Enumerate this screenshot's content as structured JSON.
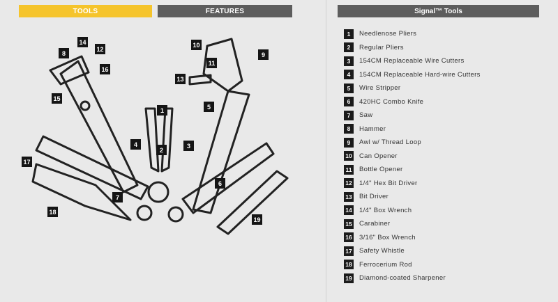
{
  "tabs": [
    {
      "label": "TOOLS",
      "active": true
    },
    {
      "label": "FEATURES",
      "active": false
    }
  ],
  "panel": {
    "title": "Signal™ Tools",
    "items": [
      {
        "num": "1",
        "label": "Needlenose Pliers"
      },
      {
        "num": "2",
        "label": "Regular Pliers"
      },
      {
        "num": "3",
        "label": "154CM Replaceable Wire Cutters"
      },
      {
        "num": "4",
        "label": "154CM Replaceable Hard-wire Cutters"
      },
      {
        "num": "5",
        "label": "Wire Stripper"
      },
      {
        "num": "6",
        "label": "420HC Combo Knife"
      },
      {
        "num": "7",
        "label": "Saw"
      },
      {
        "num": "8",
        "label": "Hammer"
      },
      {
        "num": "9",
        "label": "Awl w/ Thread Loop"
      },
      {
        "num": "10",
        "label": "Can Opener"
      },
      {
        "num": "11",
        "label": "Bottle Opener"
      },
      {
        "num": "12",
        "label": "1/4\" Hex Bit Driver"
      },
      {
        "num": "13",
        "label": "Bit Driver"
      },
      {
        "num": "14",
        "label": "1/4\" Box Wrench"
      },
      {
        "num": "15",
        "label": "Carabiner"
      },
      {
        "num": "16",
        "label": "3/16\" Box Wrench"
      },
      {
        "num": "17",
        "label": "Safety Whistle"
      },
      {
        "num": "18",
        "label": "Ferrocerium Rod"
      },
      {
        "num": "19",
        "label": "Diamond-coated Sharpener"
      }
    ]
  },
  "diagram": {
    "callouts": [
      "1",
      "2",
      "3",
      "4",
      "5",
      "6",
      "7",
      "8",
      "9",
      "10",
      "11",
      "12",
      "13",
      "14",
      "15",
      "16",
      "17",
      "18",
      "19"
    ]
  },
  "colors": {
    "accent": "#f5c42c",
    "tab_inactive": "#5d5d5d",
    "callout_bg": "#151515",
    "background": "#e9e9e9"
  }
}
